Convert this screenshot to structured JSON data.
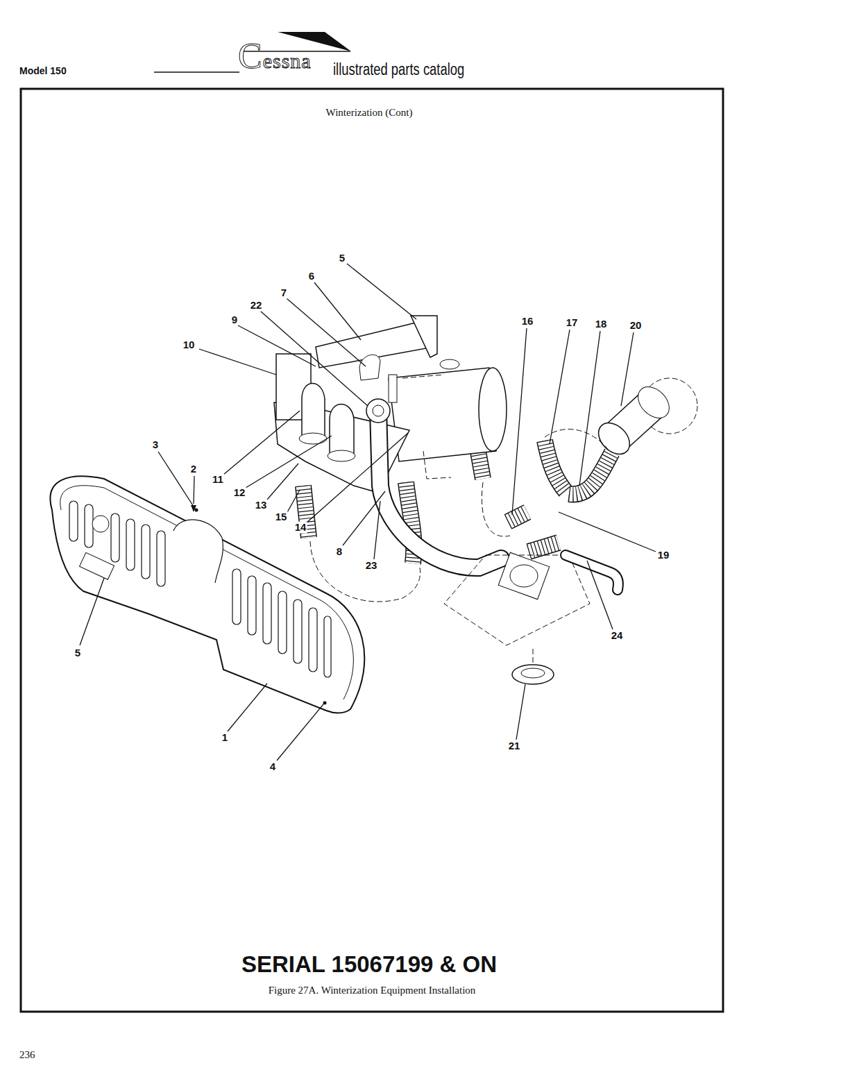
{
  "diagram": {
    "title": "Winterization (Cont)",
    "caption": "Figure 27A. Winterization Equipment Installation",
    "labels": [
      "Model 150",
      "Cessna",
      "illustrated parts catalog",
      "5",
      "6",
      "7",
      "22",
      "9",
      "16",
      "17",
      "18",
      "20",
      "10",
      "3",
      "2",
      "11",
      "12",
      "13",
      "15",
      "14",
      "19",
      "8",
      "23",
      "24",
      "5",
      "1",
      "21",
      "4",
      "SERIAL 15067199 & ON",
      "236"
    ]
  }
}
